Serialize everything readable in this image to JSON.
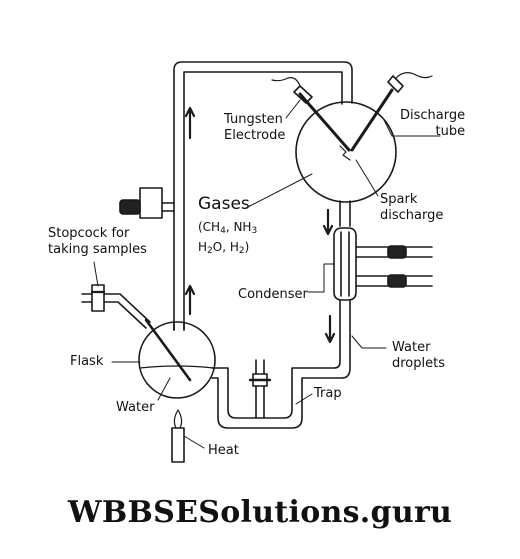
{
  "diagram": {
    "labels": {
      "tungsten_electrode": [
        "Tungsten",
        "Electrode"
      ],
      "discharge_tube": [
        "Discharge",
        "tube"
      ],
      "gases_title": "Gases",
      "gases_line1": [
        "(CH",
        "4",
        ", NH",
        "3"
      ],
      "gases_line2": [
        "H",
        "2",
        "O, H",
        "2",
        ")"
      ],
      "spark_discharge": [
        "Spark",
        "discharge"
      ],
      "stopcock": [
        "Stopcock for",
        "taking samples"
      ],
      "condenser": "Condenser",
      "flask": "Flask",
      "water": "Water",
      "heat": "Heat",
      "trap": "Trap",
      "water_droplets": [
        "Water",
        "droplets"
      ]
    }
  },
  "footer": {
    "watermark": "WBBSESolutions.guru"
  }
}
